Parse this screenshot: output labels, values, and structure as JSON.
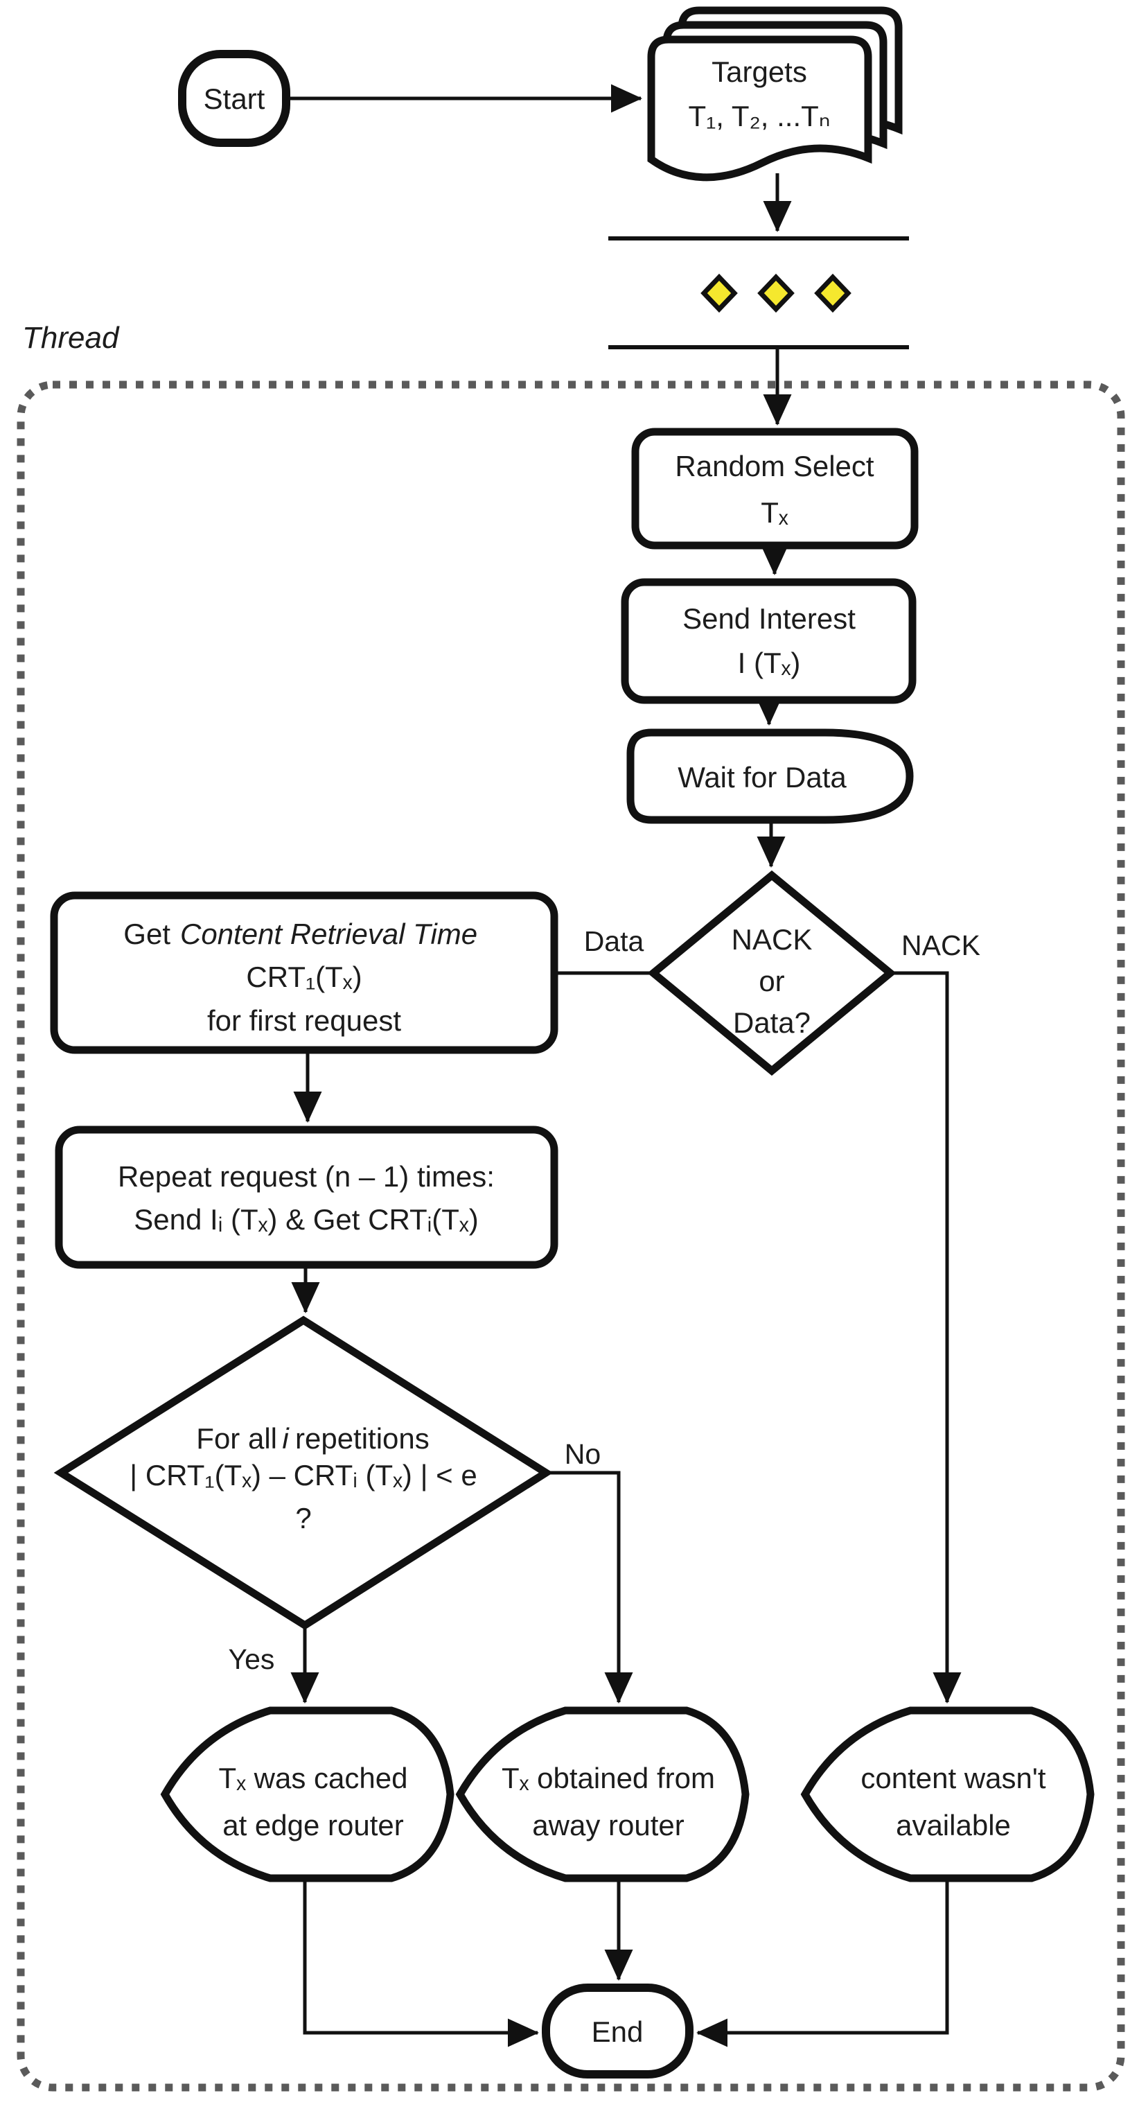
{
  "diagram": {
    "thread_label": "Thread",
    "start_label": "Start",
    "targets": {
      "line1": "Targets",
      "line2": "T₁, T₂, ...Tₙ"
    },
    "random_select": {
      "line1": "Random Select",
      "line2": "Tₓ"
    },
    "send_interest": {
      "line1": "Send Interest",
      "line2": "I (Tₓ)"
    },
    "wait_for_data": {
      "line1": "Wait for Data"
    },
    "nack_or_data": {
      "line1": "NACK",
      "line2": "or",
      "line3": "Data?"
    },
    "get_crt": {
      "line1_regular": "Get",
      "line1_italic": "Content Retrieval Time",
      "line2": "CRT₁(Tₓ)",
      "line3": "for first request"
    },
    "repeat_request": {
      "line1": "Repeat request (n – 1) times:",
      "line2": "Send Iᵢ (Tₓ) & Get CRTᵢ(Tₓ)"
    },
    "repetition_check": {
      "line1_a": "For all",
      "line1_b": "i",
      "line1_c": "repetitions",
      "line2": "| CRT₁(Tₓ) – CRTᵢ (Tₓ) | < e",
      "line3": "?"
    },
    "cached_edge": {
      "line1": "Tₓ was cached",
      "line2": "at edge router"
    },
    "away_router": {
      "line1": "Tₓ obtained from",
      "line2": "away router"
    },
    "not_available": {
      "line1": "content wasn't",
      "line2": "available"
    },
    "end_label": "End",
    "edge_labels": {
      "data": "Data",
      "nack": "NACK",
      "yes": "Yes",
      "no": "No"
    },
    "colors": {
      "diamond_fill": "#F5E82E",
      "stroke": "#111111",
      "dotted_border": "#5a5a5a"
    }
  }
}
